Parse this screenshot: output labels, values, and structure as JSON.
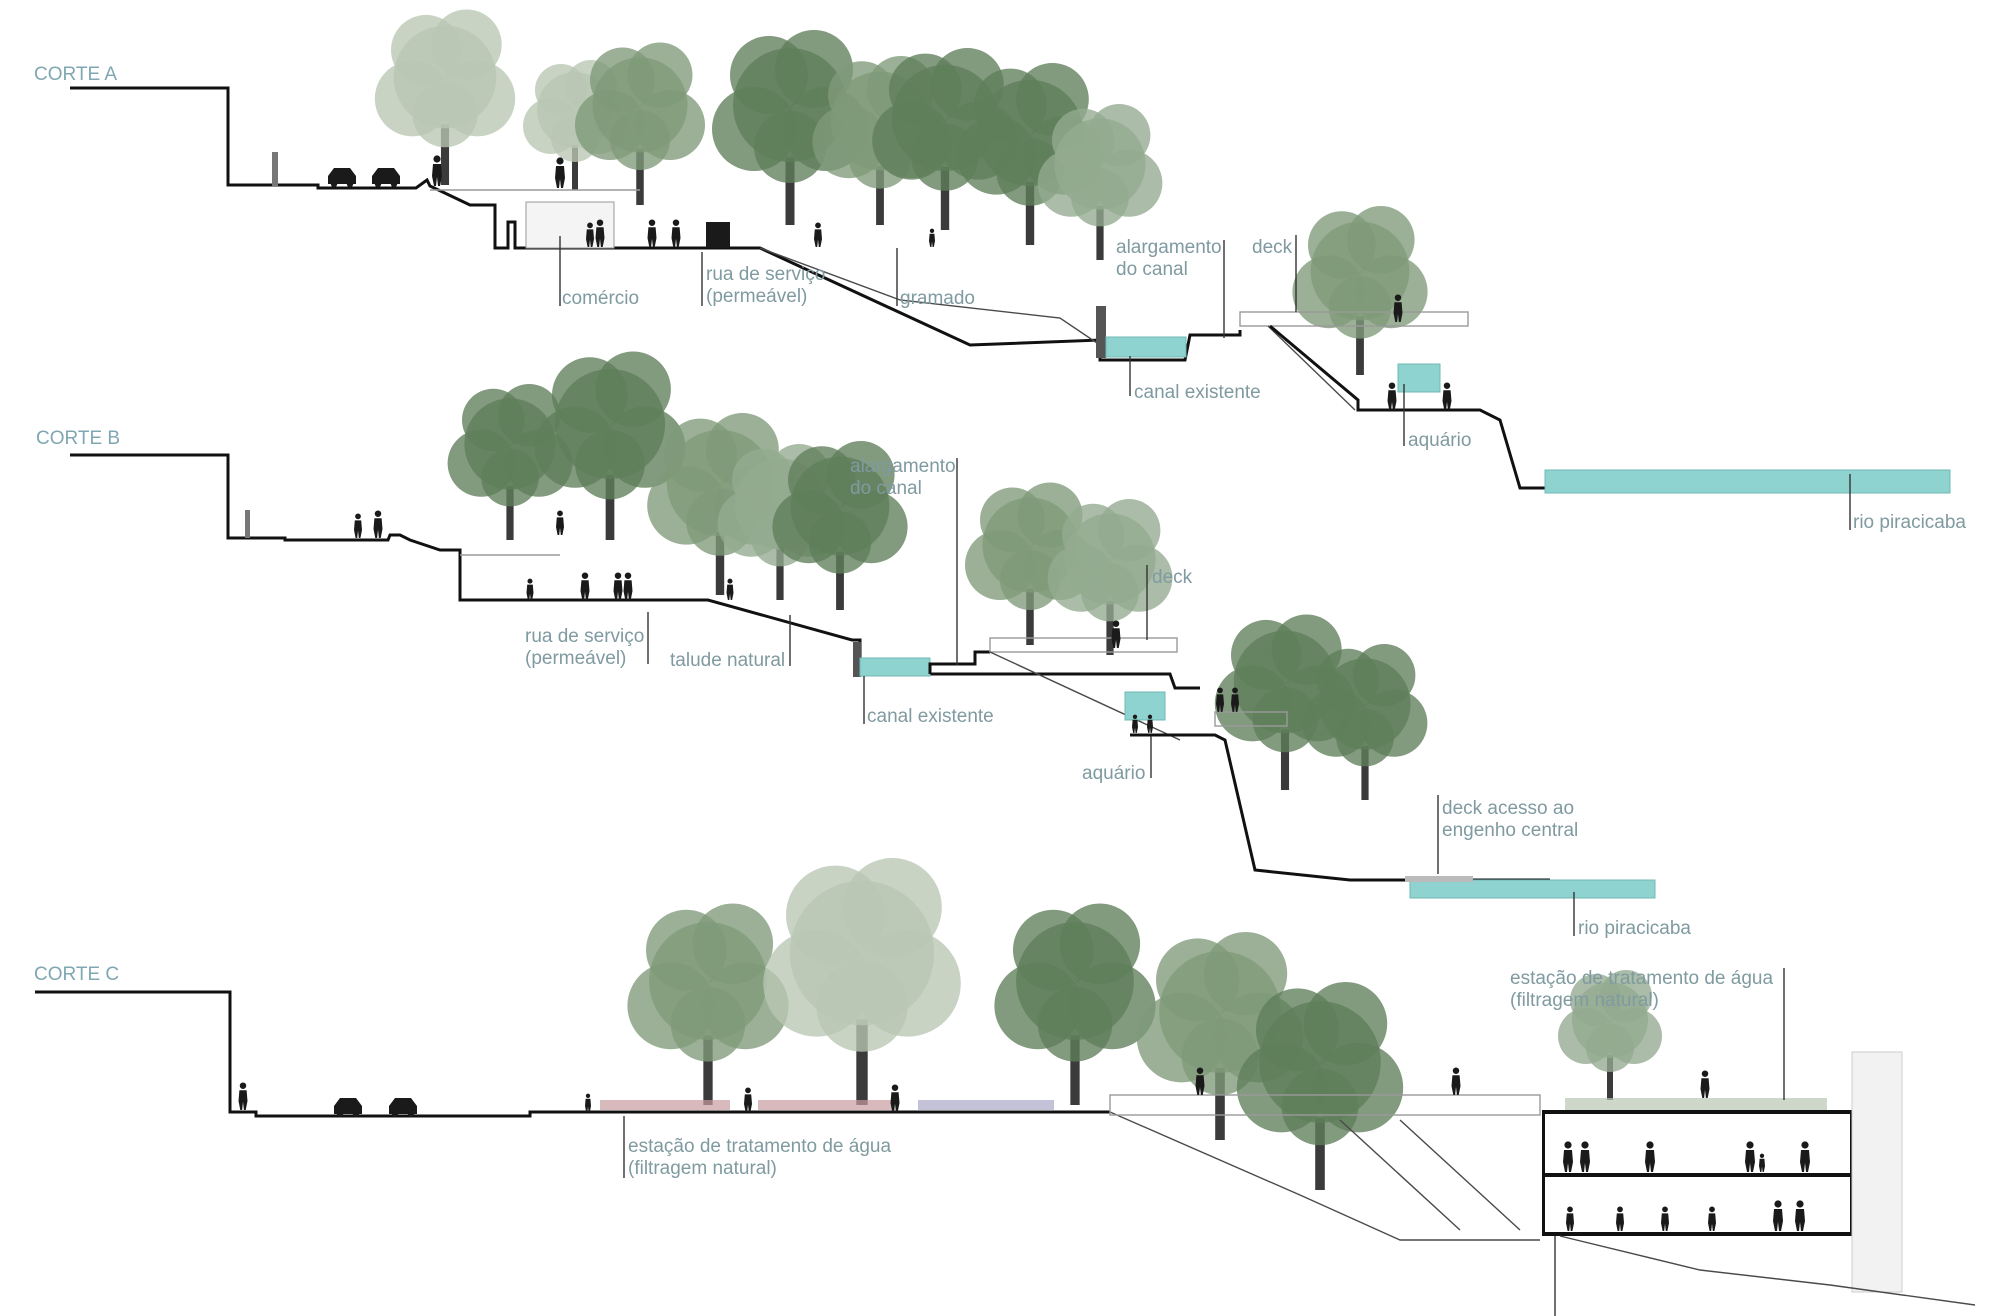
{
  "sections": [
    {
      "title": "CORTE A",
      "labels": [
        "comércio",
        "rua de serviço\n(permeável)",
        "gramado",
        "alargamento\ndo canal",
        "deck",
        "canal existente",
        "aquário",
        "rio piracicaba"
      ]
    },
    {
      "title": "CORTE B",
      "labels": [
        "alargamento\ndo canal",
        "rua de serviço\n(permeável)",
        "talude natural",
        "canal existente",
        "deck",
        "aquário",
        "deck acesso ao\nengenho central",
        "rio piracicaba"
      ]
    },
    {
      "title": "CORTE C",
      "labels": [
        "estação de tratamento de água\n(filtragem natural)",
        "estação de tratamento de água\n(filtragem natural)"
      ]
    }
  ],
  "colors": {
    "label": "#7f9aa0",
    "title": "#7fa7b2",
    "ground": "#111111",
    "water": "#8fd3d0",
    "foliage": [
      "#7f9a78",
      "#5f7d5a",
      "#94ab8f",
      "#b9c7b4"
    ]
  }
}
